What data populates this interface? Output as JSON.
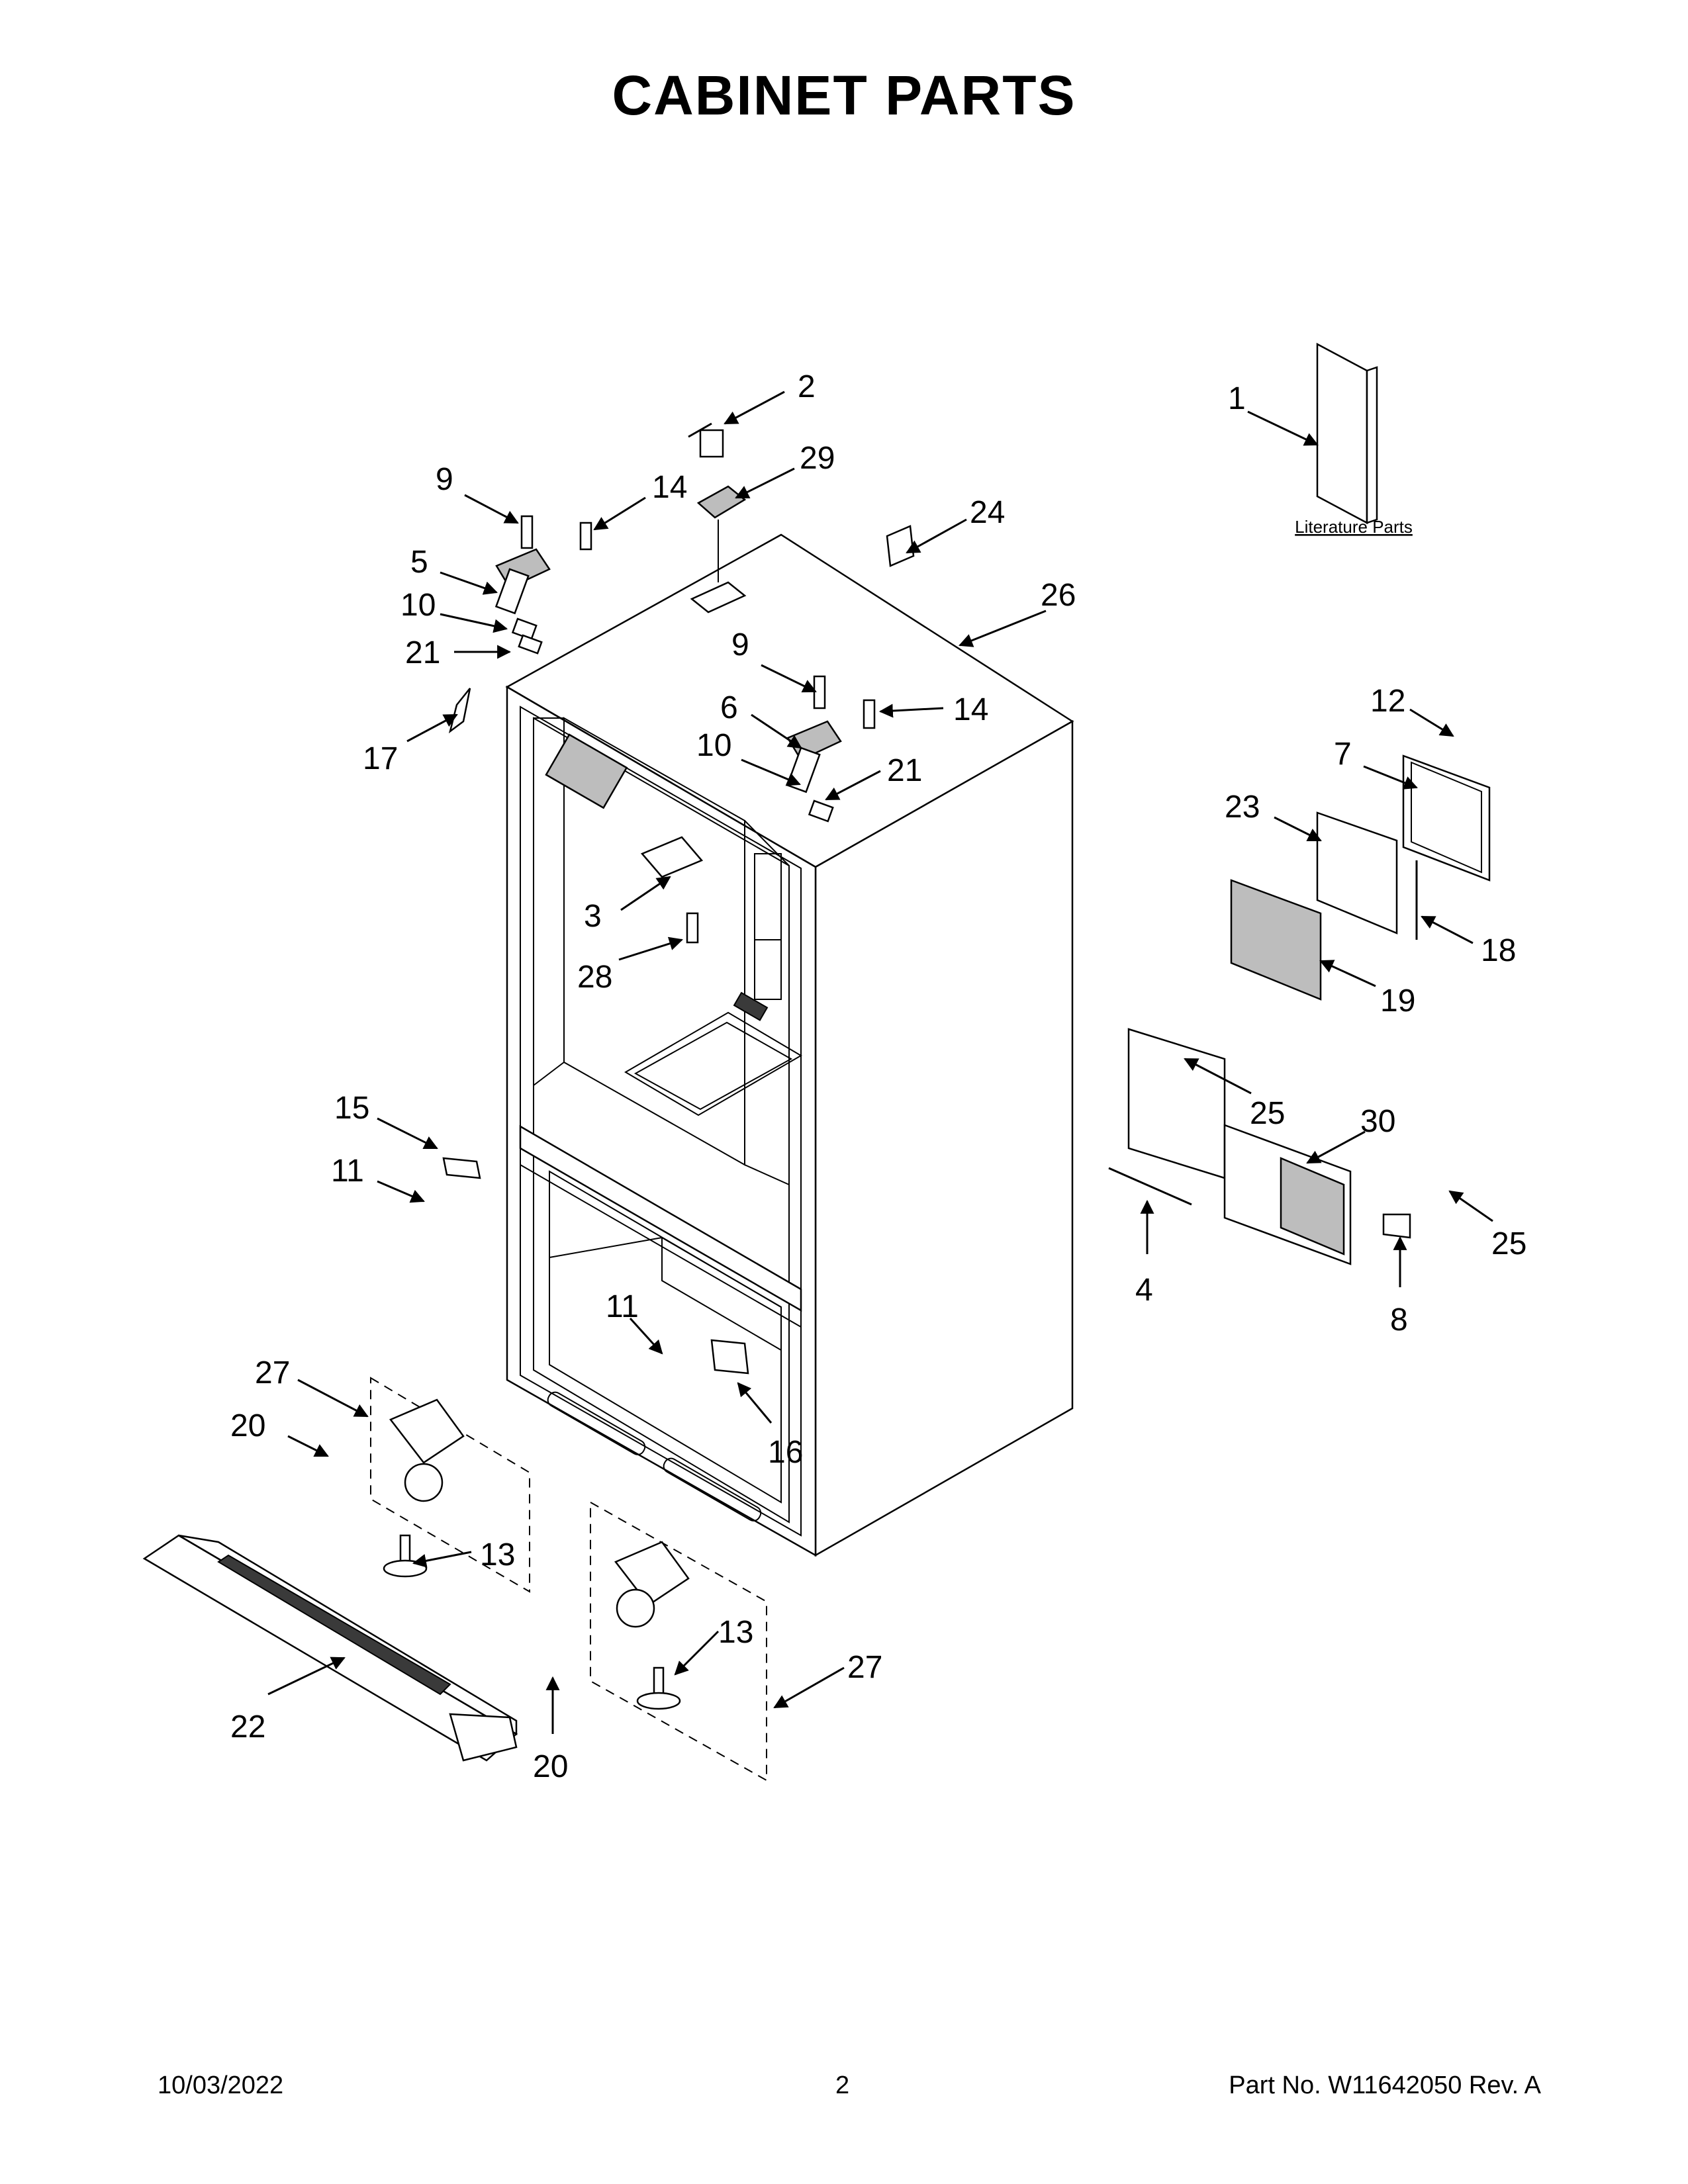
{
  "title": "CABINET PARTS",
  "literature_label": "Literature Parts",
  "callouts": [
    "1",
    "2",
    "3",
    "4",
    "5",
    "6",
    "7",
    "8",
    "9",
    "9",
    "10",
    "10",
    "11",
    "11",
    "12",
    "13",
    "13",
    "14",
    "14",
    "15",
    "16",
    "17",
    "18",
    "19",
    "20",
    "20",
    "21",
    "21",
    "22",
    "23",
    "24",
    "25",
    "25",
    "26",
    "27",
    "27",
    "28",
    "29",
    "30"
  ],
  "footer": {
    "date": "10/03/2022",
    "page": "2",
    "part": "Part No.  W11642050  Rev.  A"
  }
}
